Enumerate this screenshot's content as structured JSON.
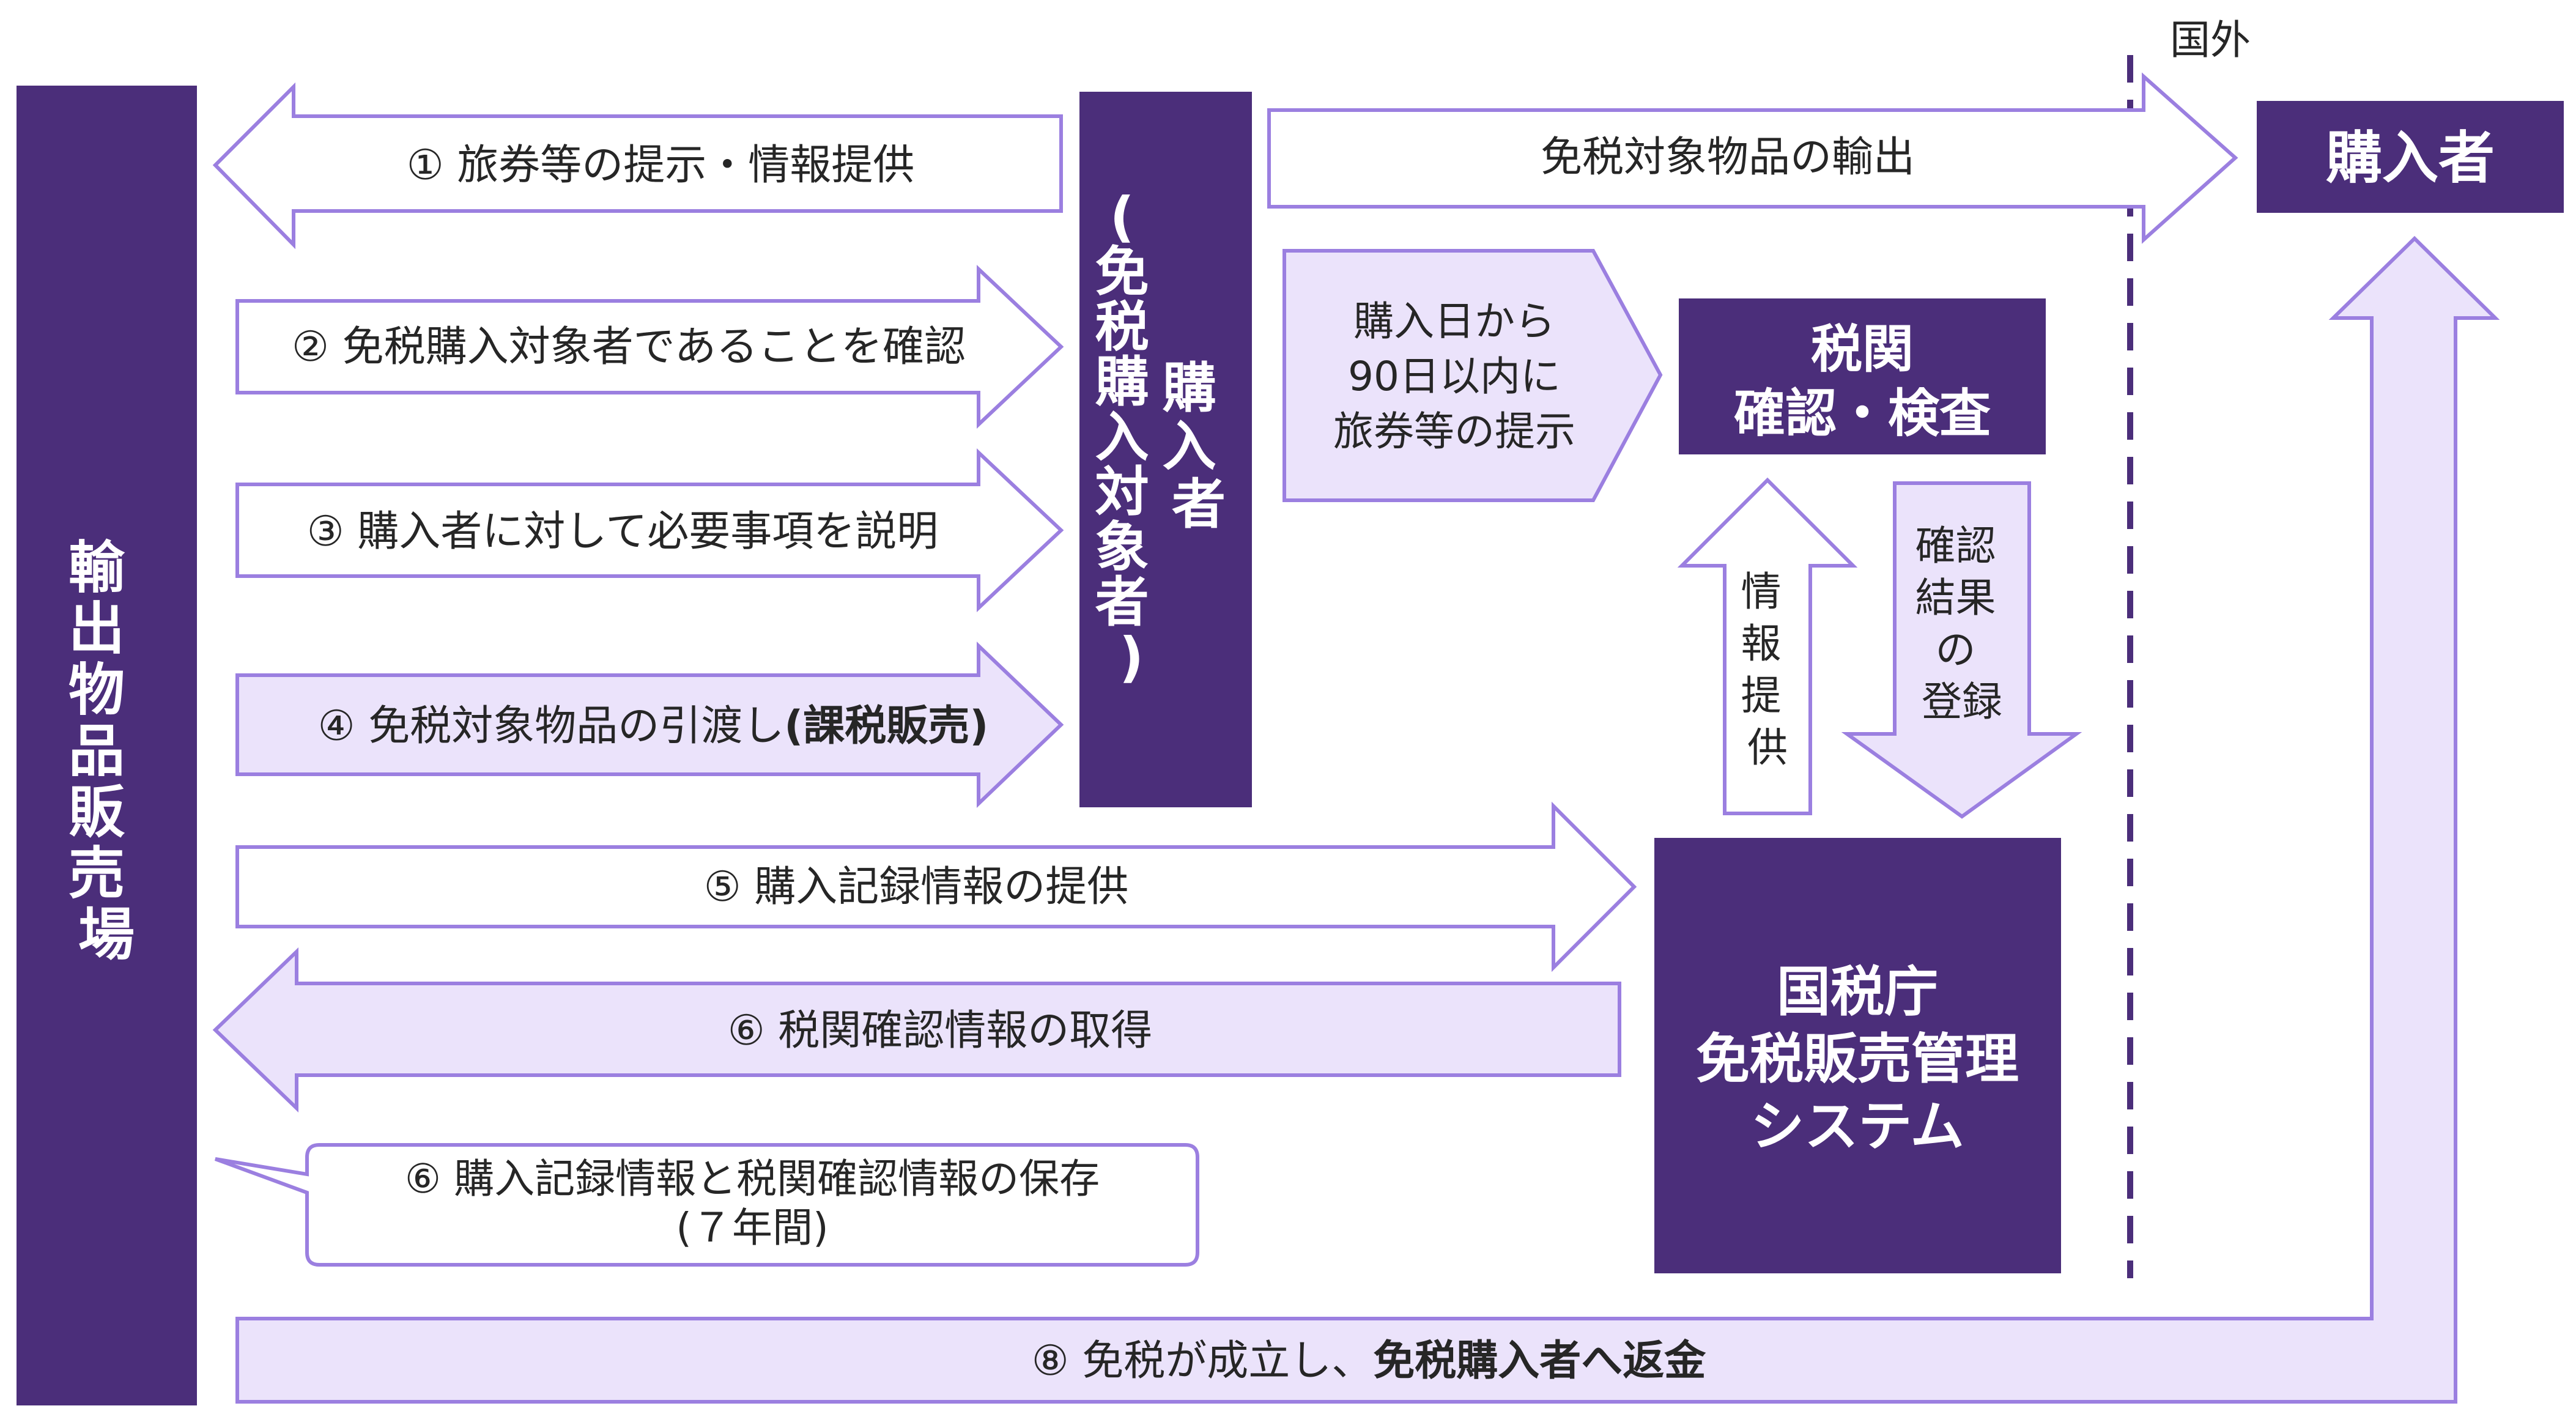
{
  "colors": {
    "box_fill": "#4b2e7a",
    "arrow_stroke": "#9b7fe0",
    "arrow_fill_light": "#ebe3fb",
    "arrow_fill_white": "#ffffff",
    "text_dark": "#262626"
  },
  "boxes": {
    "sales_site": {
      "chars": [
        "輸",
        "出",
        "物",
        "品",
        "販",
        "売",
        "場"
      ]
    },
    "buyer_center": {
      "col_right": [
        "購",
        "入",
        "者"
      ],
      "col_left": [
        "(",
        "免",
        "税",
        "購",
        "入",
        "対",
        "象",
        "者",
        ")"
      ]
    },
    "buyer_right": {
      "label": "購入者"
    },
    "customs": {
      "line1": "税関",
      "line2": "確認・検査"
    },
    "nta": {
      "line1": "国税庁",
      "line2": "免税販売管理",
      "line3": "システム"
    }
  },
  "border_label": "国外",
  "arrows": {
    "a1": "① 旅券等の提示・情報提供",
    "a2": "② 免税購入対象者であることを確認",
    "a3": "③ 購入者に対して必要事項を説明",
    "a4_text": "④ 免税対象物品の引渡し",
    "a4_bold": "(課税販売)",
    "a5": "⑤ 購入記録情報の提供",
    "a6": "⑥ 税関確認情報の取得",
    "export": "免税対象物品の輸出",
    "passport": {
      "line1": "購入日から",
      "line2": "90日以内に",
      "line3": "旅券等の提示"
    },
    "info_up": [
      "情",
      "報",
      "提",
      "供"
    ],
    "result_down": [
      "確認",
      "結果",
      "の",
      "登録"
    ],
    "a8_text": "⑧ 免税が成立し、",
    "a8_bold": "免税購入者へ返金"
  },
  "callout": {
    "line1": "⑥ 購入記録情報と税関確認情報の保存",
    "line2": "(７年間)"
  }
}
